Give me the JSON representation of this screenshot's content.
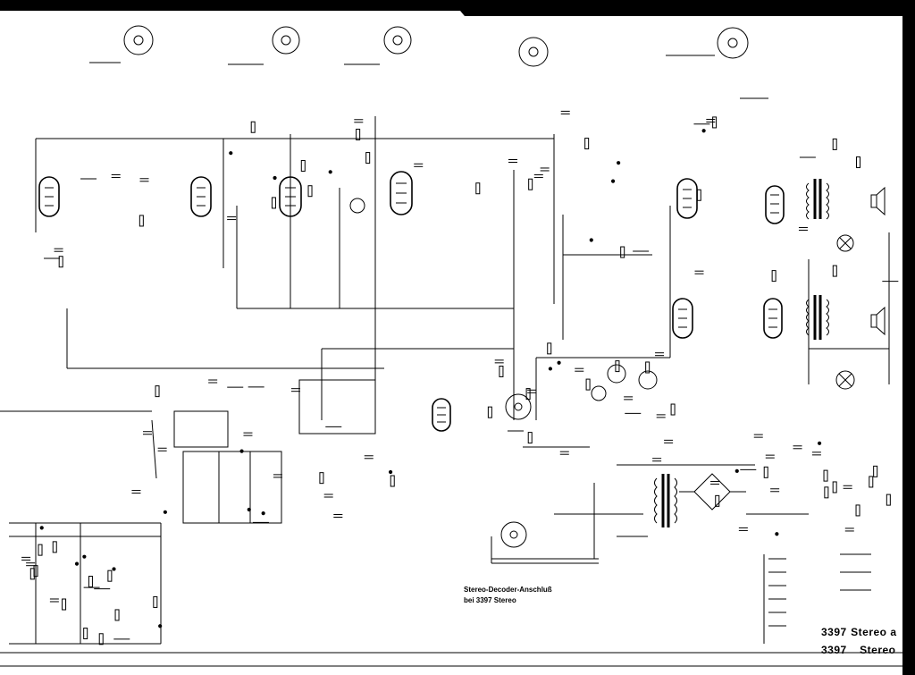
{
  "schematic": {
    "title_lines": [
      {
        "model": "3397",
        "variant": "Stereo a"
      },
      {
        "model": "3397",
        "variant": "Stereo"
      }
    ],
    "decoder_note": {
      "line1": "Stereo-Decoder-Anschluß",
      "line2": "bei 3397 Stereo"
    },
    "colors": {
      "background": "#000000",
      "paper": "#ffffff",
      "ink": "#000000"
    }
  }
}
